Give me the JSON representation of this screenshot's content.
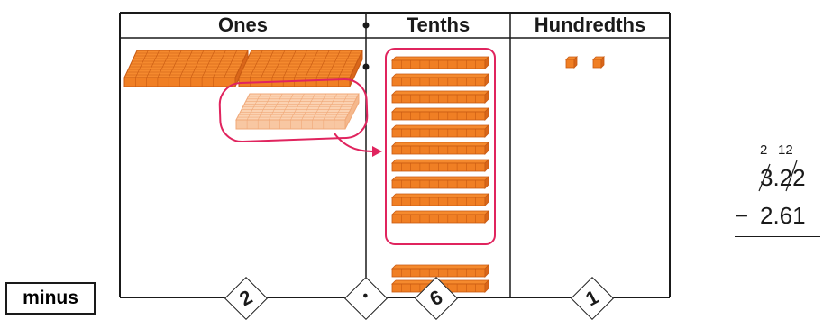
{
  "headers": {
    "ones": "Ones",
    "tenths": "Tenths",
    "hundredths": "Hundredths"
  },
  "operation_label": "minus",
  "result_digits": {
    "ones": "2",
    "point": "•",
    "tenths": "6",
    "hundredths": "1"
  },
  "calculation": {
    "regroup_ones": "2",
    "regroup_tenths": "12",
    "minuend": "3.22",
    "minus_sign": "−",
    "subtrahend": "2.61"
  },
  "colors": {
    "block_orange": "#f07f24",
    "block_dark": "#c85a12",
    "block_faded": "#f8c7a2",
    "highlight_pink": "#e0245e",
    "line": "#1a1a1a"
  },
  "blocks": {
    "ones_flats_solid": 2,
    "ones_flats_traded": 1,
    "tenths_rods_in_group": 10,
    "tenths_rods_remaining": 2,
    "hundredths_cubes": 2
  }
}
